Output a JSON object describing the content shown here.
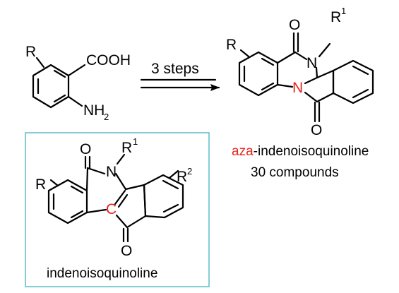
{
  "reaction": {
    "starting_material": {
      "substituent": "R",
      "acid_group": "COOH",
      "amine_group": "NH",
      "amine_subscript": "2"
    },
    "arrow_label": "3 steps",
    "product": {
      "oxygen_top": "O",
      "oxygen_bottom": "O",
      "nitrogen_amide": "N",
      "nitrogen_ring": "N",
      "substituent": "R",
      "r1_base": "R",
      "r1_sup": "1",
      "caption_prefix": "aza",
      "caption_suffix": "-indenoisoquinoline",
      "count_label": "30 compounds"
    }
  },
  "reference_box": {
    "oxygen_top": "O",
    "oxygen_bottom": "O",
    "nitrogen": "N",
    "carbon_highlight": "C",
    "substituent": "R",
    "r1_base": "R",
    "r1_sup": "1",
    "r2_base": "R",
    "r2_sup": "2",
    "caption": "indenoisoquinoline"
  },
  "colors": {
    "highlight": "#e8231b",
    "box_border": "#5bbcc6",
    "ink": "#000000"
  }
}
